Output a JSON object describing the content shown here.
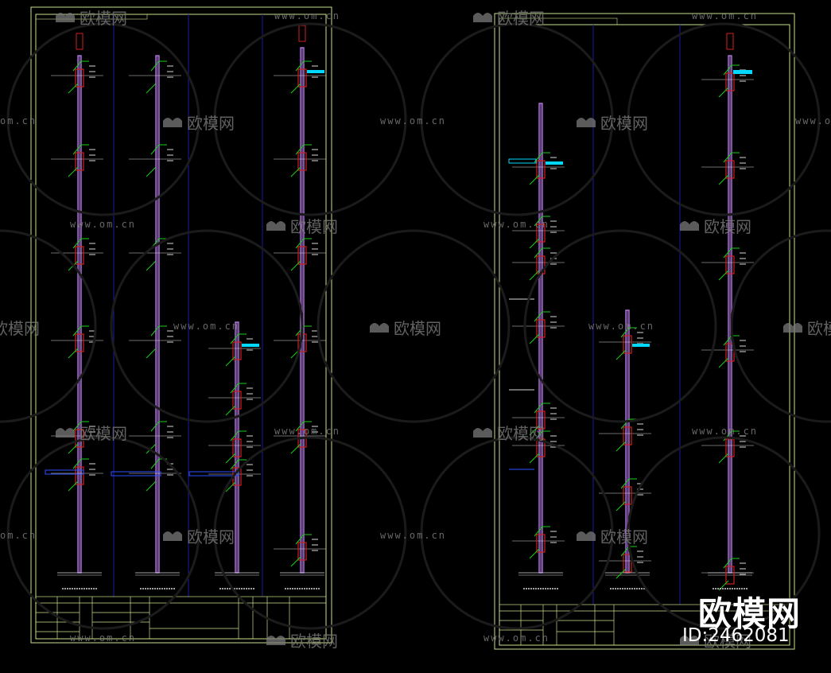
{
  "watermark": {
    "brand_cn": "欧模网",
    "url": "www.om.cn",
    "url_short": "om.cn"
  },
  "logo": {
    "brand_cn": "欧模网",
    "id_text": "ID:2462081"
  },
  "colors": {
    "frame": "#c8e08a",
    "grid": "#1a1aa8",
    "wall": "#b478e6",
    "section": "#d02020",
    "leader": "#18d018",
    "accent": "#00d8ff",
    "line": "#d8d8d8",
    "watermark": "#7a7a7a"
  }
}
